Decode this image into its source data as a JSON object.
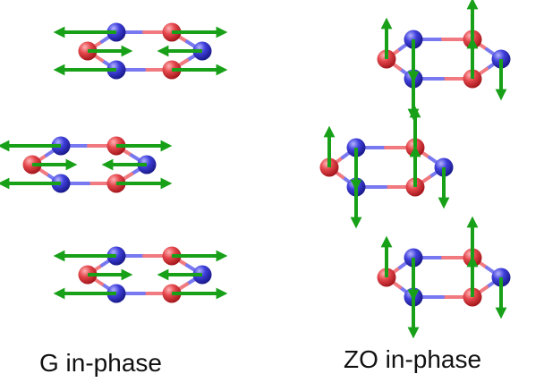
{
  "captions": {
    "left": "G in-phase",
    "right": "ZO in-phase"
  },
  "colors": {
    "atom_red": "#e0454a",
    "atom_blue": "#3c3cdc",
    "bond_red": "#f07a80",
    "bond_blue": "#7878f0",
    "arrow": "#18a018"
  },
  "panels": [
    {
      "mode": "G",
      "phase": "in-phase"
    },
    {
      "mode": "ZO",
      "phase": "in-phase"
    }
  ]
}
